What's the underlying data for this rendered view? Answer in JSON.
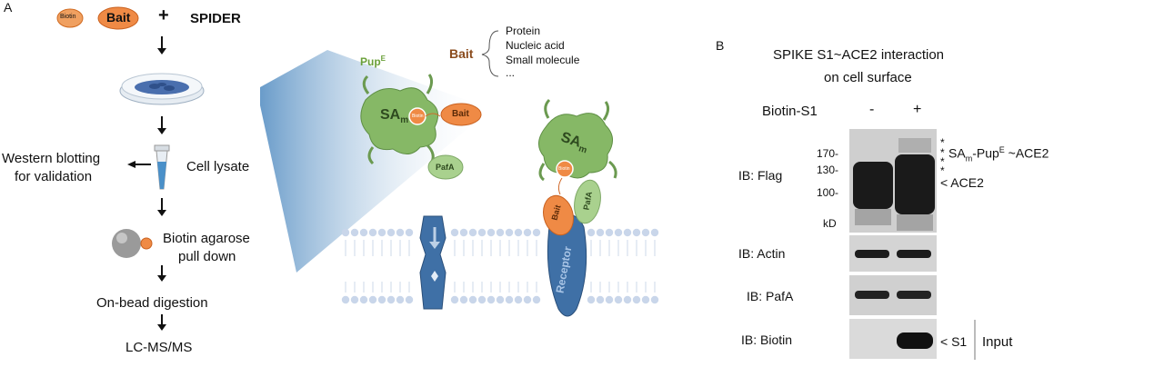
{
  "panel_a": {
    "label": "A",
    "biotin_label": "Biotin",
    "bait_label": "Bait",
    "plus": "+",
    "spider_label": "SPIDER",
    "western_line1": "Western blotting",
    "western_line2": "for validation",
    "cell_lysate": "Cell lysate",
    "agarose_line1": "Biotin agarose",
    "agarose_line2": "pull down",
    "digestion": "On-bead digestion",
    "lcms": "LC-MS/MS"
  },
  "schematic": {
    "bait_title": "Bait",
    "bait_types": [
      "Protein",
      "Nucleic acid",
      "Small molecule",
      "..."
    ],
    "pup_label": "Pup",
    "pup_super": "E",
    "sam_label": "SA",
    "sam_sub": "m",
    "sam_biotin": "Biotin",
    "bait_small": "Bait",
    "pafa_label": "PafA",
    "right_sam": "SA",
    "right_sam_sub": "m",
    "right_biotin": "Biotin",
    "right_bait": "Bait",
    "right_pafa": "PafA",
    "receptor": "Receptor"
  },
  "panel_b": {
    "label": "B",
    "title_line1": "SPIKE S1~ACE2 interaction",
    "title_line2": "on cell surface",
    "biotin_s1": "Biotin-S1",
    "minus": "-",
    "plus": "+",
    "ib_flag": "IB: Flag",
    "ib_actin": "IB: Actin",
    "ib_pafa": "IB: PafA",
    "ib_biotin": "IB: Biotin",
    "marker_170": "170-",
    "marker_130": "130-",
    "marker_100": "100-",
    "kd": "kD",
    "asterisk": "*",
    "complex_sa": "SA",
    "complex_sub": "m",
    "complex_pup": "-Pup",
    "complex_sup": "E",
    "complex_ace2": " ~ACE2",
    "ace2": "< ACE2",
    "s1": "< S1",
    "input": "Input"
  },
  "colors": {
    "green": "#7aab5a",
    "orange": "#e6823c",
    "blue": "#3a6fa3",
    "membrane": "#c9d6ea",
    "bait_text": "#8a4b1c",
    "pup_text": "#6aa039"
  }
}
